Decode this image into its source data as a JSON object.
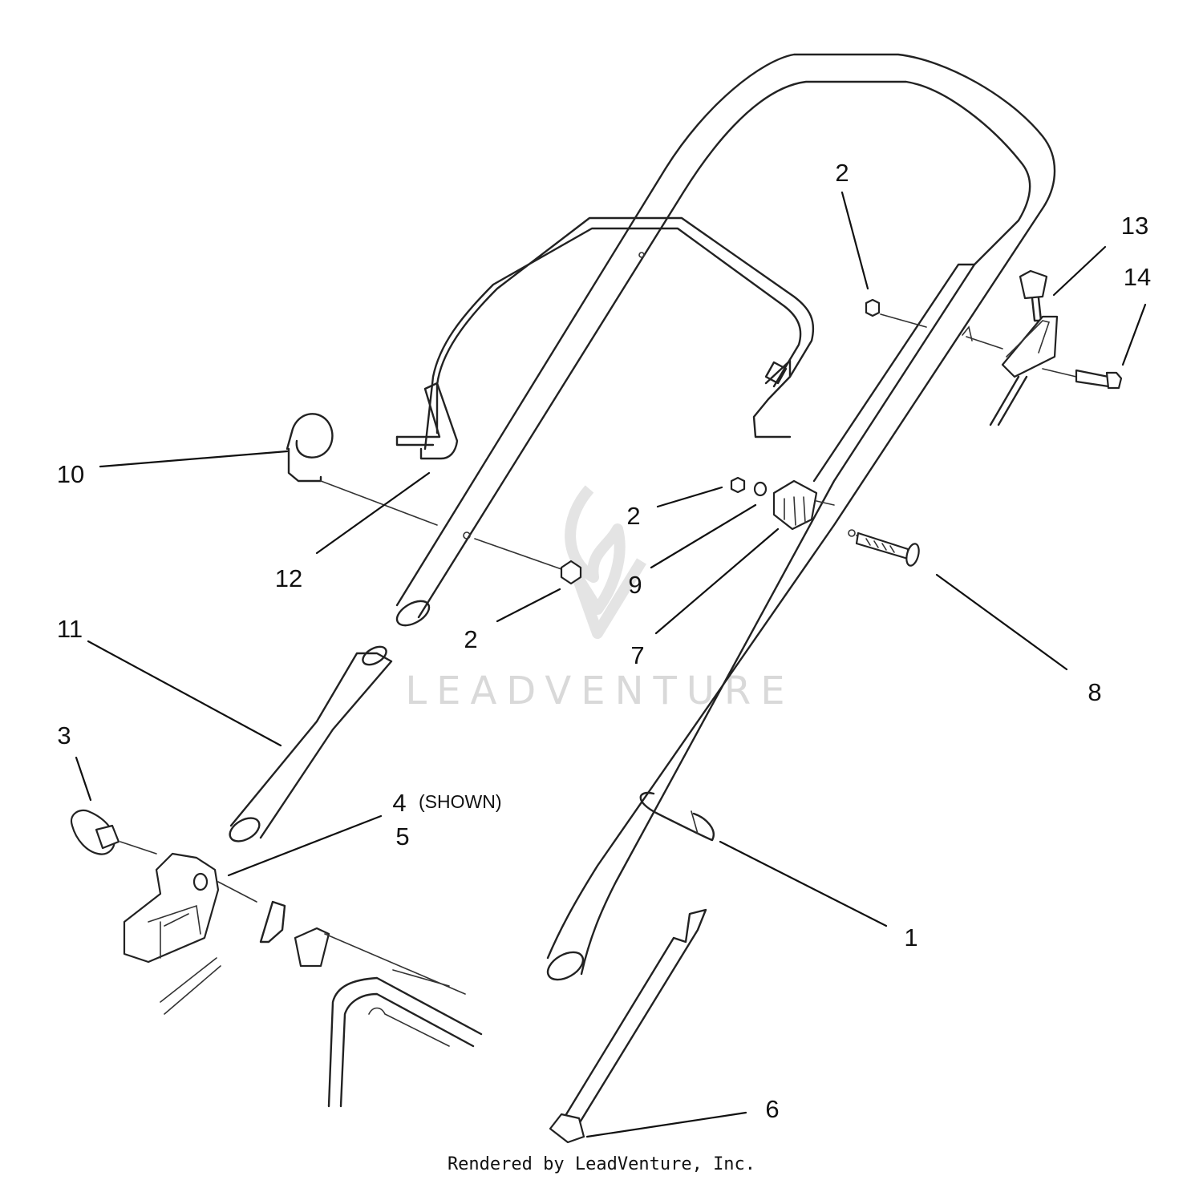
{
  "diagram": {
    "callouts": {
      "c1": "1",
      "c2a": "2",
      "c2b": "2",
      "c2c": "2",
      "c3": "3",
      "c4": "4",
      "c4_note": "(SHOWN)",
      "c5": "5",
      "c6": "6",
      "c7": "7",
      "c8": "8",
      "c9": "9",
      "c10": "10",
      "c11": "11",
      "c12": "12",
      "c13": "13",
      "c14": "14"
    },
    "watermark": "LEADVENTURE"
  },
  "footer": {
    "text": "Rendered by LeadVenture, Inc."
  }
}
